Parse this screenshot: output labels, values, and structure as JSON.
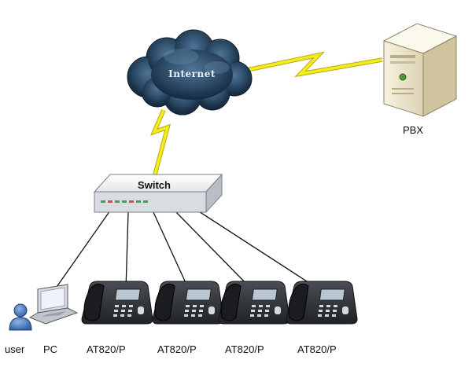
{
  "nodes": {
    "internet": {
      "label": "Internet"
    },
    "pbx": {
      "label": "PBX"
    },
    "switch": {
      "label": "Switch"
    },
    "user": {
      "label": "user"
    },
    "pc": {
      "label": "PC"
    },
    "phones": [
      {
        "label": "AT820/P"
      },
      {
        "label": "AT820/P"
      },
      {
        "label": "AT820/P"
      },
      {
        "label": "AT820/P"
      }
    ]
  },
  "colors": {
    "cloud": "#2c4a66",
    "lightning": "#f2ee1a",
    "server": "#efe8d2",
    "switch": "#f3f4f6",
    "cable": "#111111",
    "phone": "#2c2f33"
  }
}
